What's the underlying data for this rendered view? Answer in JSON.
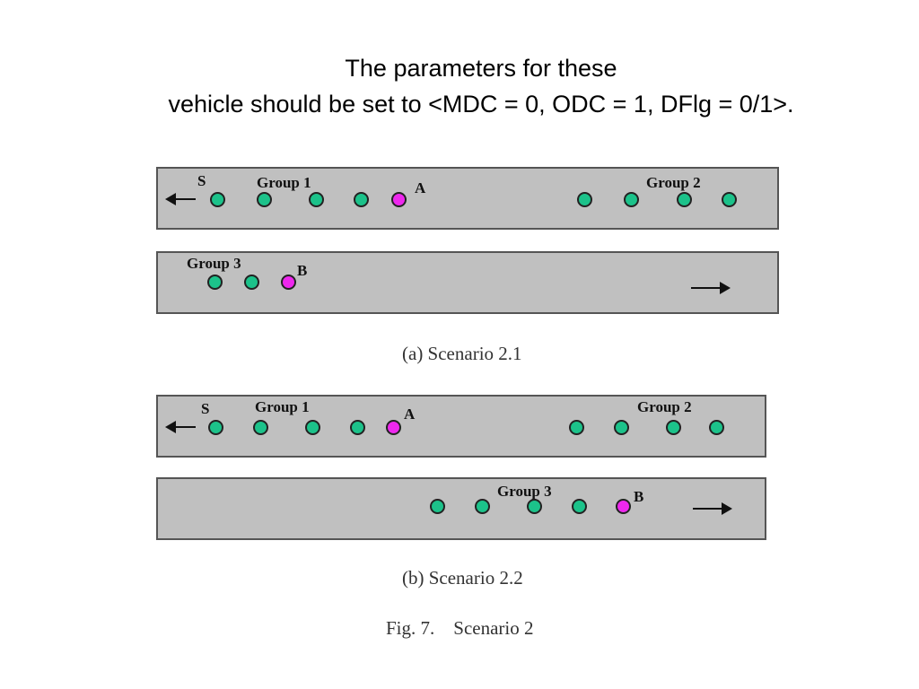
{
  "slide": {
    "title_line1": "The parameters for these",
    "title_line2": "vehicle should be set to <MDC = 0, ODC = 1, DFlg = 0/1>."
  },
  "scenario_a": {
    "caption": "(a)  Scenario 2.1",
    "label_s": "S",
    "label_group1": "Group 1",
    "label_a": "A",
    "label_group2": "Group 2",
    "label_group3": "Group 3",
    "label_b": "B"
  },
  "scenario_b": {
    "caption": "(b)  Scenario 2.2",
    "label_s": "S",
    "label_group1": "Group 1",
    "label_a": "A",
    "label_group2": "Group 2",
    "label_group3": "Group 3",
    "label_b": "B"
  },
  "figure": {
    "caption": "Fig. 7.    Scenario 2"
  },
  "colors": {
    "vehicle": "#1cc28a",
    "highlight_vehicle": "#ee28ee",
    "lane": "#c0c0c0"
  }
}
